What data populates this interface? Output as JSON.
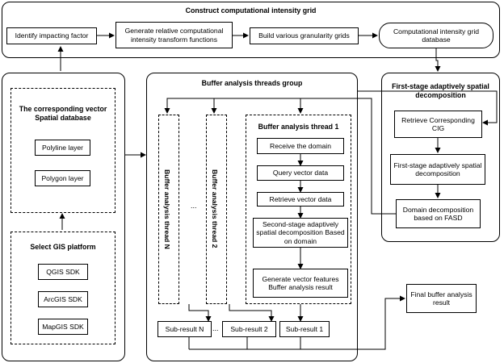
{
  "construct": {
    "title": "Construct computational intensity grid",
    "identify": "Identify  impacting factor",
    "generate": "Generate relative computational intensity transform functions",
    "build": "Build various granularity grids",
    "database": "Computational intensity grid database"
  },
  "vector_db": {
    "title": "The corresponding vector Spatial database",
    "polyline": "Polyline layer",
    "polygon": "Polygon layer"
  },
  "gis": {
    "title": "Select GIS platform",
    "qgis": "QGIS SDK",
    "arcgis": "ArcGIS SDK",
    "mapgis": "MapGIS SDK"
  },
  "buffer_group": {
    "title": "Buffer analysis threads group",
    "thread_n": "Buffer analysis thread N",
    "thread_2": "Buffer analysis thread 2",
    "ellipsis": "...",
    "thread_1": {
      "title": "Buffer analysis  thread 1",
      "receive": "Receive the domain",
      "query": "Query vector data",
      "retrieve": "Retrieve vector data",
      "second_stage": "Second-stage adaptively spatial decomposition Based on domain",
      "generate": "Generate vector features Buffer analysis result"
    },
    "sub_n": "Sub-result N",
    "sub_ellipsis": "...",
    "sub_2": "Sub-result 2",
    "sub_1": "Sub-result 1"
  },
  "first_stage": {
    "title": "First-stage adaptively spatial decomposition",
    "retrieve": "Retrieve Corresponding CIG",
    "decomp": "First-stage adaptively spatial decomposition",
    "domain": "Domain decomposition based on FASD"
  },
  "final": "Final buffer analysis result"
}
